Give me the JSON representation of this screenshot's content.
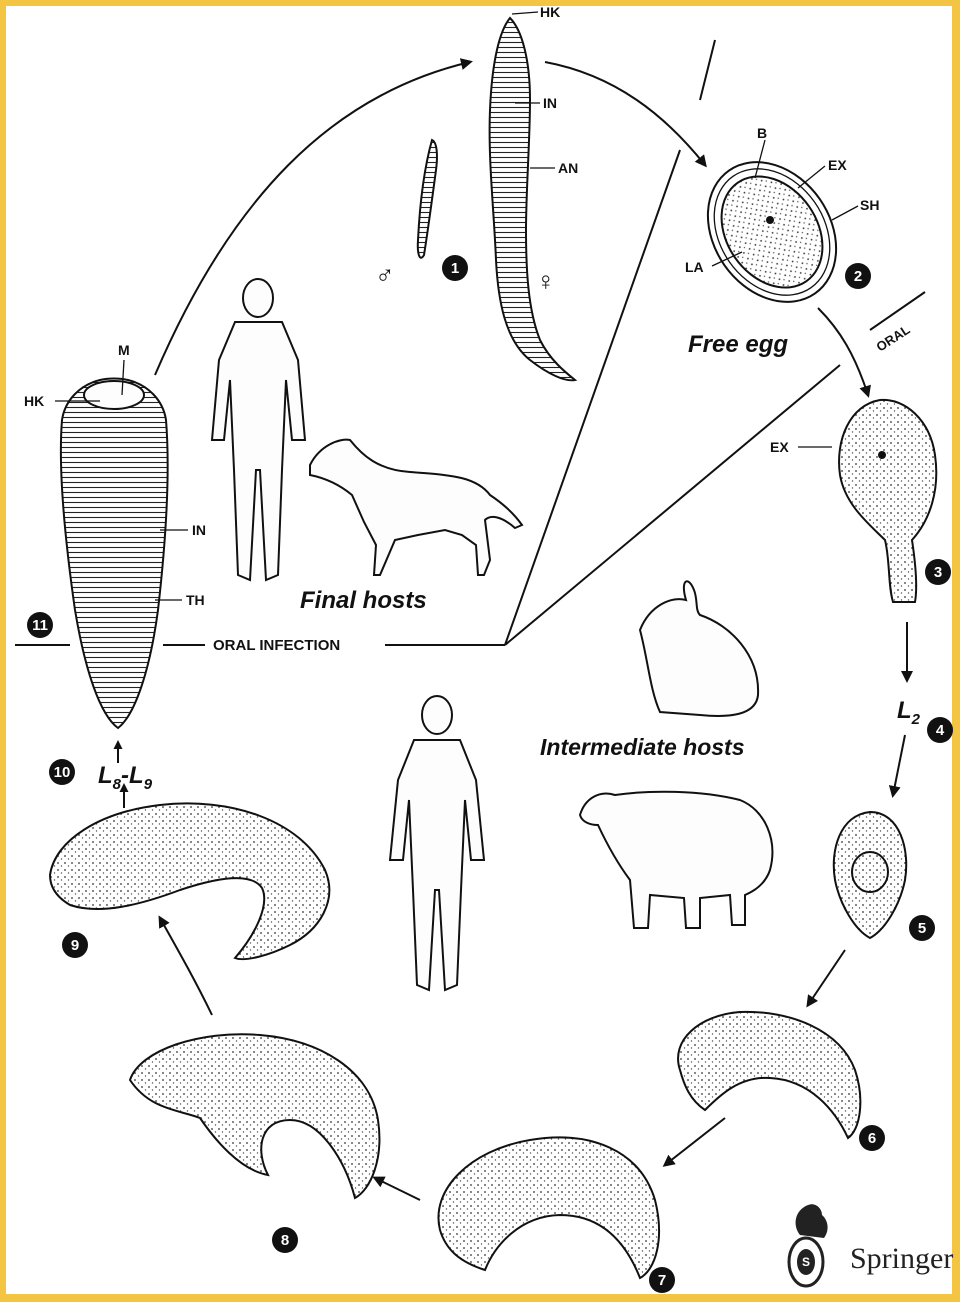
{
  "labels": {
    "free_egg": "Free egg",
    "oral": "ORAL",
    "final_hosts": "Final hosts",
    "intermediate_hosts": "Intermediate hosts",
    "oral_infection": "ORAL INFECTION",
    "l2": "L",
    "l2_sub": "2",
    "l8_l9_a": "L",
    "l8_l9_a_sub": "8",
    "l8_l9_dash": "-",
    "l8_l9_b": "L",
    "l8_l9_b_sub": "9",
    "male_symbol": "♂",
    "female_symbol": "♀"
  },
  "stage_numbers": [
    "1",
    "2",
    "3",
    "4",
    "5",
    "6",
    "7",
    "8",
    "9",
    "10",
    "11"
  ],
  "abbreviations": {
    "hk": "HK",
    "in": "IN",
    "an": "AN",
    "b": "B",
    "ex": "EX",
    "sh": "SH",
    "la": "LA",
    "m": "M",
    "th": "TH"
  },
  "publisher": "Springer",
  "colors": {
    "frame": "#f4c542",
    "ink": "#111111",
    "background": "#ffffff"
  }
}
